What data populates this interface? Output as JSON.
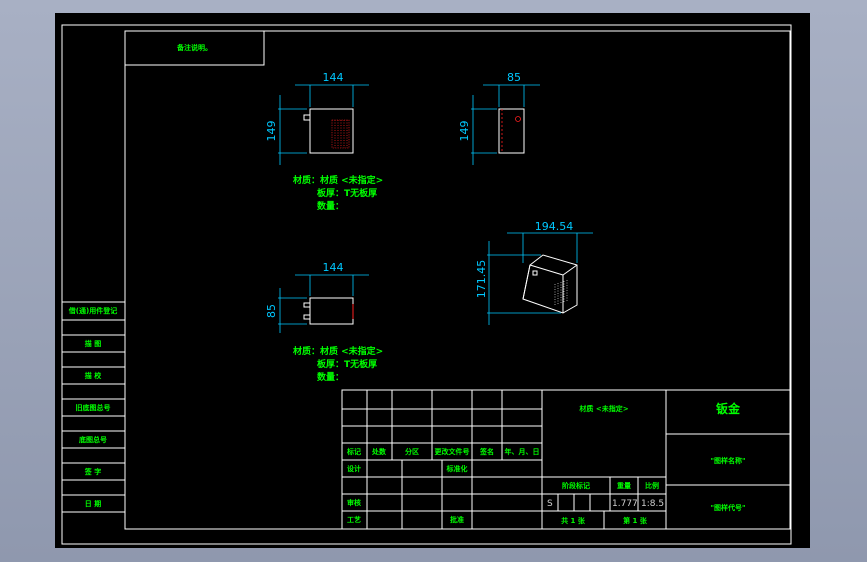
{
  "note": "备注说明。",
  "views": {
    "front": {
      "width": "144",
      "height": "149"
    },
    "side": {
      "width": "85",
      "height": "149"
    },
    "top": {
      "width": "144",
      "height": "85"
    },
    "iso": {
      "width": "194.54",
      "height": "171.45"
    }
  },
  "spec_block_1": {
    "line1": "材质：材质 <未指定>",
    "line2": "板厚：T无板厚",
    "line3": "数量："
  },
  "spec_block_2": {
    "line1": "材质：材质 <未指定>",
    "line2": "板厚：T无板厚",
    "line3": "数量："
  },
  "left_column": [
    "借(通)用件登记",
    "描  图",
    "描  校",
    "旧底图总号",
    "底图总号",
    "签  字",
    "日  期"
  ],
  "title_block": {
    "revision_headers": [
      "标记",
      "处数",
      "分区",
      "更改文件号",
      "签名",
      "年、月、日"
    ],
    "design_label": "设计",
    "standardize_label": "标准化",
    "review_label": "审核",
    "process_label": "工艺",
    "approve_label": "批准",
    "material": "材质 <未指定>",
    "stage_label": "阶段标记",
    "weight_label": "重量",
    "scale_label": "比例",
    "stage_value": "S",
    "weight_value": "1.777",
    "scale_value": "1:8.5",
    "sheets_total": "共 1 张",
    "sheet_no": "第 1 张",
    "company": "钣金",
    "drawing_name": "\"图样名称\"",
    "drawing_code": "\"图样代号\""
  }
}
